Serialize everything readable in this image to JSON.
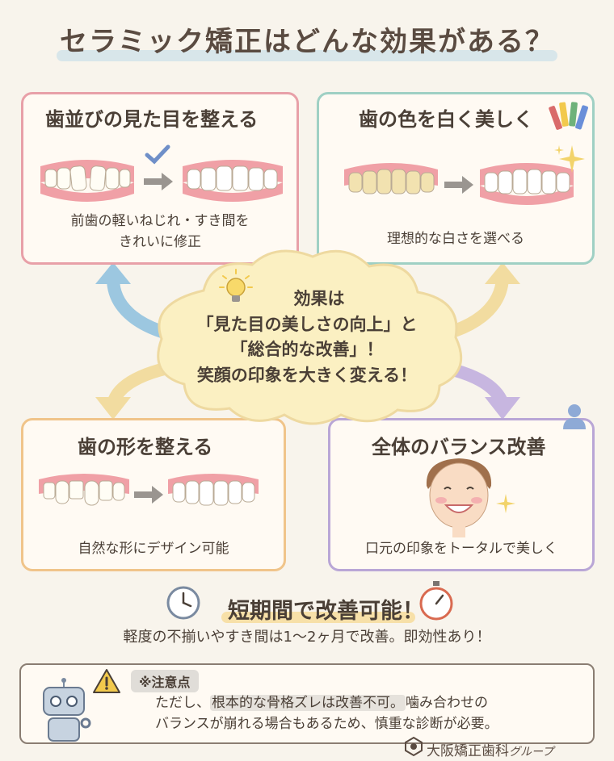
{
  "title": "セラミック矯正はどんな効果がある？",
  "cards": {
    "alignment": {
      "title": "歯並びの見た目を整える",
      "caption_line1": "前歯の軽いねじれ・すき間を",
      "caption_line2": "きれいに修正"
    },
    "color": {
      "title": "歯の色を白く美しく",
      "caption": "理想的な白さを選べる"
    },
    "shape": {
      "title": "歯の形を整える",
      "caption": "自然な形にデザイン可能"
    },
    "balance": {
      "title": "全体のバランス改善",
      "caption": "口元の印象をトータルで美しく"
    }
  },
  "center": {
    "line1": "効果は",
    "line2": "「見た目の美しさの向上」と",
    "line3": "「総合的な改善」！",
    "line4": "笑顔の印象を大きく変える！"
  },
  "short": {
    "title": "短期間で改善可能！",
    "caption": "軽度の不揃いやすき間は1〜2ヶ月で改善。即効性あり！"
  },
  "note": {
    "label": "※注意点",
    "line1_pre": "ただし、",
    "line1_hl": "根本的な骨格ズレは改善不可。",
    "line1_post": "噛み合わせの",
    "line2": "バランスが崩れる場合もあるため、慎重な診断が必要。"
  },
  "brand": {
    "name": "大阪矯正歯科",
    "suffix": "グループ"
  },
  "colors": {
    "pink": "#e8a0a8",
    "teal": "#9fd0c4",
    "orange": "#f0c48a",
    "purple": "#b9a6d6"
  }
}
